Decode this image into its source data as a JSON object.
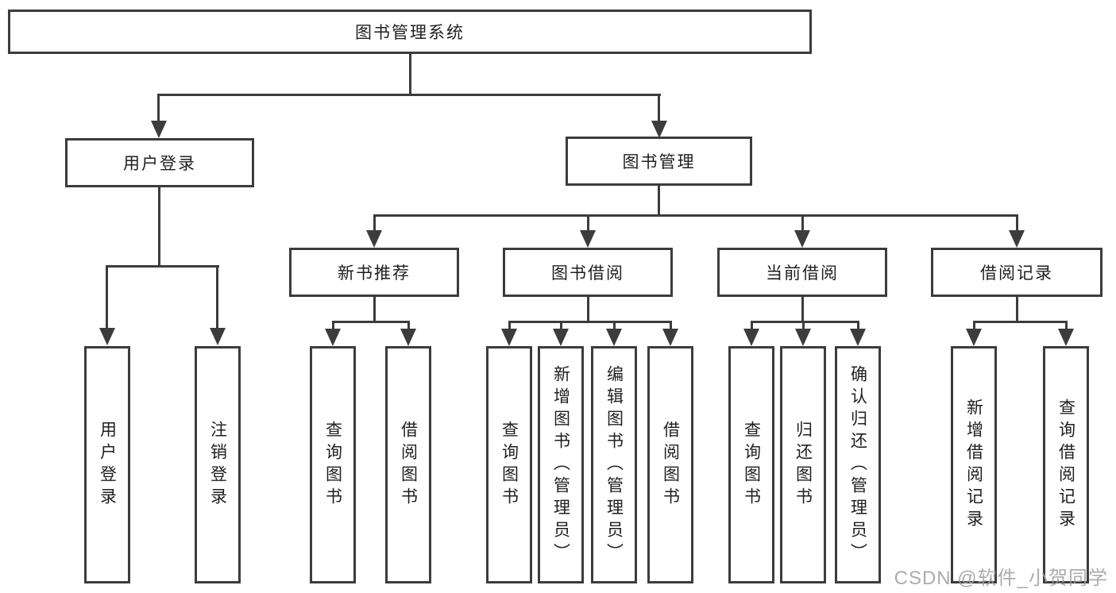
{
  "diagram": {
    "type": "hierarchy-tree",
    "root": {
      "label": "图书管理系统"
    },
    "branches": [
      {
        "label": "用户登录",
        "children": [
          {
            "label": "用户登录"
          },
          {
            "label": "注销登录"
          }
        ]
      },
      {
        "label": "图书管理",
        "children": [
          {
            "label": "新书推荐",
            "children": [
              {
                "label": "查询图书"
              },
              {
                "label": "借阅图书"
              }
            ]
          },
          {
            "label": "图书借阅",
            "children": [
              {
                "label": "查询图书"
              },
              {
                "label": "新增图书（管理员）"
              },
              {
                "label": "编辑图书（管理员）"
              },
              {
                "label": "借阅图书"
              }
            ]
          },
          {
            "label": "当前借阅",
            "children": [
              {
                "label": "查询图书"
              },
              {
                "label": "归还图书"
              },
              {
                "label": "确认归还（管理员）"
              }
            ]
          },
          {
            "label": "借阅记录",
            "children": [
              {
                "label": "新增借阅记录"
              },
              {
                "label": "查询借阅记录"
              }
            ]
          }
        ]
      }
    ]
  },
  "watermark": {
    "text": "CSDN @软件_小贺同学"
  },
  "colors": {
    "line": "#3c3c3c",
    "box_background": "#ffffff",
    "text": "#1f1f1f",
    "watermark": "#9e9e9e"
  }
}
